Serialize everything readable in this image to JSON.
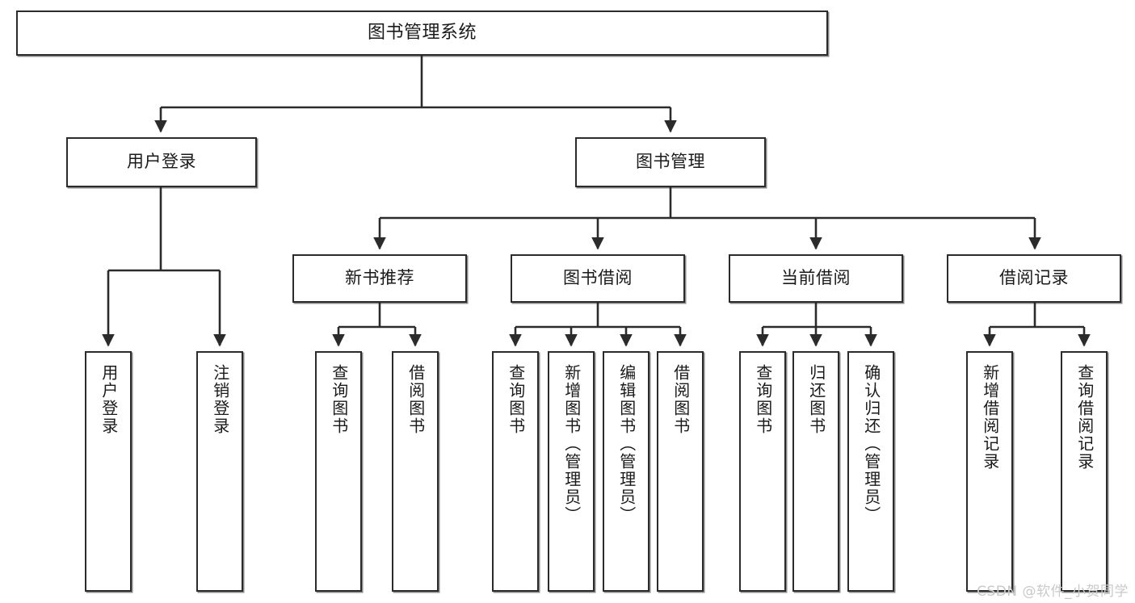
{
  "diagram": {
    "type": "tree",
    "title_node": {
      "label": "图书管理系统"
    },
    "level2": [
      {
        "label": "用户登录"
      },
      {
        "label": "图书管理"
      }
    ],
    "level3": [
      {
        "label": "新书推荐"
      },
      {
        "label": "图书借阅"
      },
      {
        "label": "当前借阅"
      },
      {
        "label": "借阅记录"
      }
    ],
    "leaves": {
      "user_login": [
        {
          "label": "用户登录"
        },
        {
          "label": "注销登录"
        }
      ],
      "new_book": [
        {
          "label": "查询图书"
        },
        {
          "label": "借阅图书"
        }
      ],
      "book_borrow": [
        {
          "label": "查询图书"
        },
        {
          "label": "新增图书（管理员）"
        },
        {
          "label": "编辑图书（管理员）"
        },
        {
          "label": "借阅图书"
        }
      ],
      "current_borrow": [
        {
          "label": "查询图书"
        },
        {
          "label": "归还图书"
        },
        {
          "label": "确认归还（管理员）"
        }
      ],
      "borrow_record": [
        {
          "label": "新增借阅记录"
        },
        {
          "label": "查询借阅记录"
        }
      ]
    }
  },
  "watermark": {
    "text": "CSDN @软件_小贺同学"
  },
  "colors": {
    "stroke": "#2b2b2b",
    "background": "#ffffff",
    "text": "#1a1a1a",
    "watermark": "#c9c9c9"
  }
}
